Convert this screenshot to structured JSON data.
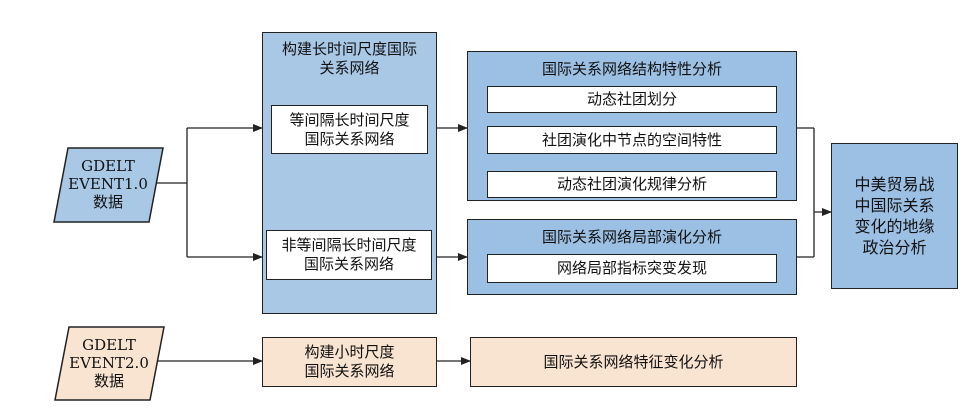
{
  "inputs": {
    "event1": "GDELT\nEVENT1.0\n数据",
    "event2": "GDELT\nEVENT2.0\n数据"
  },
  "construct_long": {
    "title": "构建长时间尺度国际\n关系网络",
    "equal": "等间隔长时间尺度\n国际关系网络",
    "unequal": "非等间隔长时间尺度\n国际关系网络"
  },
  "structure_analysis": {
    "title": "国际关系网络结构特性分析",
    "items": [
      "动态社团划分",
      "社团演化中节点的空间特性",
      "动态社团演化规律分析"
    ]
  },
  "local_analysis": {
    "title": "国际关系网络局部演化分析",
    "item": "网络局部指标突变发现"
  },
  "result": "中美贸易战\n中国际关系\n变化的地缘\n政治分析",
  "construct_hourly": "构建小时尺度\n国际关系网络",
  "feature_analysis": "国际关系网络特征变化分析",
  "colors": {
    "blue": "#a8c8e6",
    "peach": "#f8e4d1"
  }
}
